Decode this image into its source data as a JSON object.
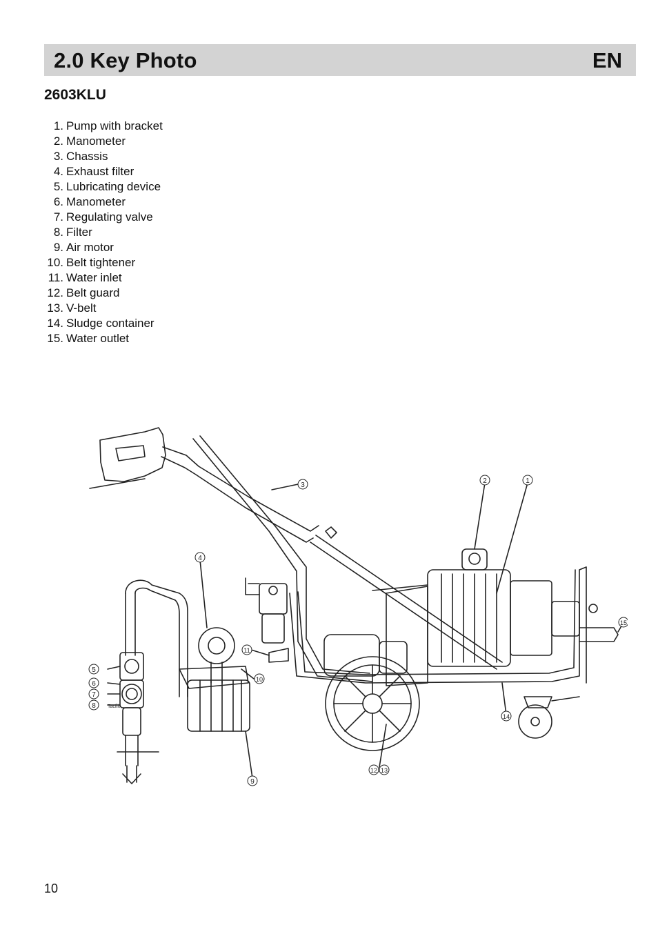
{
  "header": {
    "title": "2.0  Key Photo",
    "language": "EN"
  },
  "model": "2603KLU",
  "parts": [
    {
      "num": "1.",
      "label": "Pump with bracket"
    },
    {
      "num": "2.",
      "label": "Manometer"
    },
    {
      "num": "3.",
      "label": "Chassis"
    },
    {
      "num": "4.",
      "label": "Exhaust filter"
    },
    {
      "num": "5.",
      "label": "Lubricating device"
    },
    {
      "num": "6.",
      "label": "Manometer"
    },
    {
      "num": "7.",
      "label": "Regulating valve"
    },
    {
      "num": "8.",
      "label": "Filter"
    },
    {
      "num": "9.",
      "label": "Air motor"
    },
    {
      "num": "10.",
      "label": "Belt tightener"
    },
    {
      "num": "11.",
      "label": "Water inlet"
    },
    {
      "num": "12.",
      "label": "Belt guard"
    },
    {
      "num": "13.",
      "label": "V-belt"
    },
    {
      "num": "14.",
      "label": "Sludge container"
    },
    {
      "num": "15.",
      "label": "Water outlet"
    }
  ],
  "callouts": [
    "1",
    "2",
    "3",
    "4",
    "5",
    "6",
    "7",
    "8",
    "9",
    "10",
    "11",
    "12",
    "13",
    "14",
    "15"
  ],
  "drawing_note": "Tacfilt",
  "page_number": "10"
}
